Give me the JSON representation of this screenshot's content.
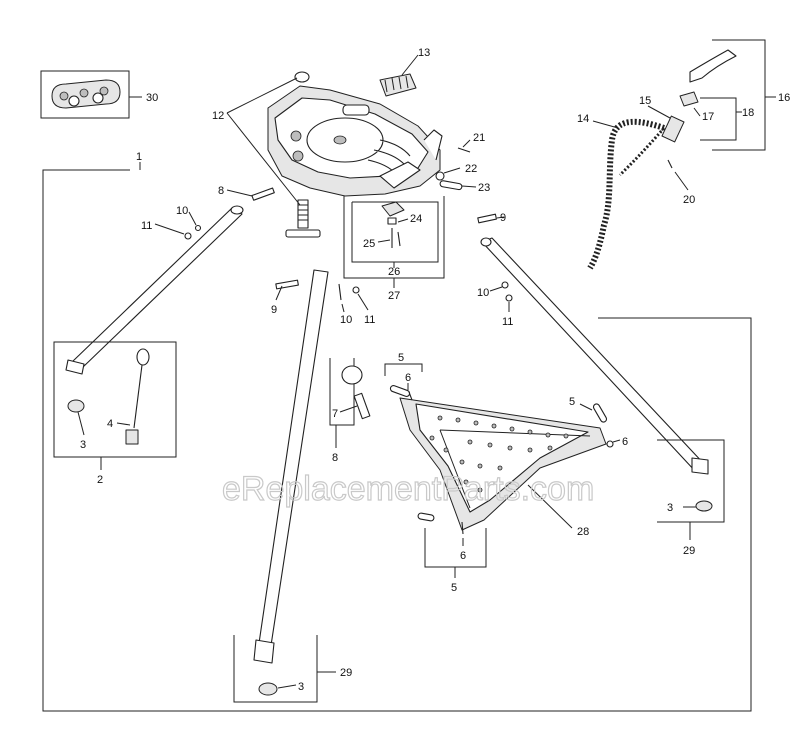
{
  "watermark": "eReplacementParts.com",
  "callouts": [
    {
      "id": "c1",
      "text": "1"
    },
    {
      "id": "c2",
      "text": "2"
    },
    {
      "id": "c3a",
      "text": "3"
    },
    {
      "id": "c3b",
      "text": "3"
    },
    {
      "id": "c3c",
      "text": "3"
    },
    {
      "id": "c4",
      "text": "4"
    },
    {
      "id": "c5a",
      "text": "5"
    },
    {
      "id": "c5b",
      "text": "5"
    },
    {
      "id": "c5c",
      "text": "5"
    },
    {
      "id": "c6a",
      "text": "6"
    },
    {
      "id": "c6b",
      "text": "6"
    },
    {
      "id": "c6c",
      "text": "6"
    },
    {
      "id": "c7",
      "text": "7"
    },
    {
      "id": "c8a",
      "text": "8"
    },
    {
      "id": "c8b",
      "text": "8"
    },
    {
      "id": "c9a",
      "text": "9"
    },
    {
      "id": "c9b",
      "text": "9"
    },
    {
      "id": "c10a",
      "text": "10"
    },
    {
      "id": "c10b",
      "text": "10"
    },
    {
      "id": "c10c",
      "text": "10"
    },
    {
      "id": "c11a",
      "text": "11"
    },
    {
      "id": "c11b",
      "text": "11"
    },
    {
      "id": "c11c",
      "text": "11"
    },
    {
      "id": "c12",
      "text": "12"
    },
    {
      "id": "c13",
      "text": "13"
    },
    {
      "id": "c14",
      "text": "14"
    },
    {
      "id": "c15",
      "text": "15"
    },
    {
      "id": "c16",
      "text": "16"
    },
    {
      "id": "c17",
      "text": "17"
    },
    {
      "id": "c18",
      "text": "18"
    },
    {
      "id": "c20",
      "text": "20"
    },
    {
      "id": "c21",
      "text": "21"
    },
    {
      "id": "c22",
      "text": "22"
    },
    {
      "id": "c23",
      "text": "23"
    },
    {
      "id": "c24",
      "text": "24"
    },
    {
      "id": "c25",
      "text": "25"
    },
    {
      "id": "c26",
      "text": "26"
    },
    {
      "id": "c27",
      "text": "27"
    },
    {
      "id": "c28",
      "text": "28"
    },
    {
      "id": "c29a",
      "text": "29"
    },
    {
      "id": "c29b",
      "text": "29"
    },
    {
      "id": "c30",
      "text": "30"
    }
  ]
}
